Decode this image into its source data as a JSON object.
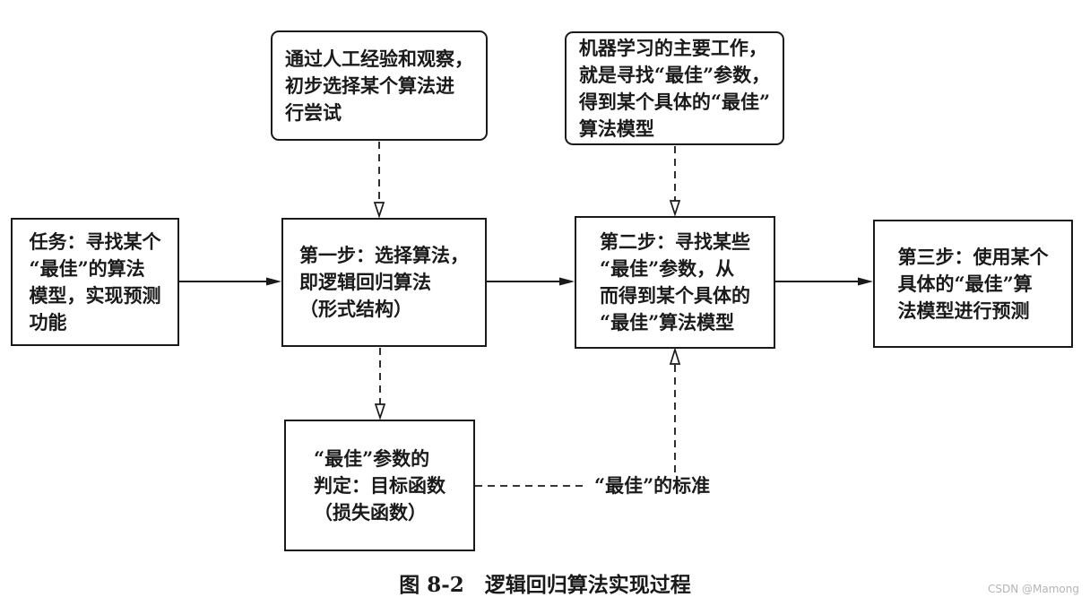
{
  "page": {
    "caption": "图 8-2　逻辑回归算法实现过程",
    "watermark": "CSDN @Mamong",
    "background": "#ffffff"
  },
  "colors": {
    "line": "#1a1a1a",
    "text": "#1a1a1a",
    "watermark": "#b5b5b5"
  },
  "diagram": {
    "type": "flowchart",
    "nodes": {
      "task": {
        "text": "任务：寻找某个\n“最佳”的算法\n模型，实现预测\n功能"
      },
      "note_select": {
        "text": "通过人工经验和观察，\n初步选择某个算法进\n行尝试"
      },
      "note_params": {
        "text": "机器学习的主要工作，\n就是寻找“最佳”参数，\n得到某个具体的“最佳”\n算法模型"
      },
      "step1": {
        "text": "第一步：选择算法，\n即逻辑回归算法\n（形式结构）"
      },
      "step2": {
        "text": "第二步：寻找某些\n“最佳”参数，从\n而得到某个具体的\n“最佳”算法模型"
      },
      "step3": {
        "text": "第三步：使用某个\n具体的“最佳”算\n法模型进行预测"
      },
      "criteria": {
        "text": "“最佳”参数的\n判定：目标函数\n（损失函数）"
      },
      "standard_label": {
        "text": "“最佳”的标准"
      }
    },
    "edges": [
      {
        "from": "task",
        "to": "step1",
        "style": "solid",
        "arrow": "filled"
      },
      {
        "from": "step1",
        "to": "step2",
        "style": "solid",
        "arrow": "filled"
      },
      {
        "from": "step2",
        "to": "step3",
        "style": "solid",
        "arrow": "filled"
      },
      {
        "from": "note_select",
        "to": "step1",
        "style": "dashed",
        "arrow": "hollow"
      },
      {
        "from": "note_params",
        "to": "step2",
        "style": "dashed",
        "arrow": "hollow"
      },
      {
        "from": "step1",
        "to": "criteria",
        "style": "dashed",
        "arrow": "hollow"
      },
      {
        "from": "criteria",
        "to": "standard_label",
        "style": "dashed",
        "arrow": "none"
      },
      {
        "from": "standard_label",
        "to": "step2",
        "style": "dashed",
        "arrow": "hollow"
      }
    ]
  }
}
